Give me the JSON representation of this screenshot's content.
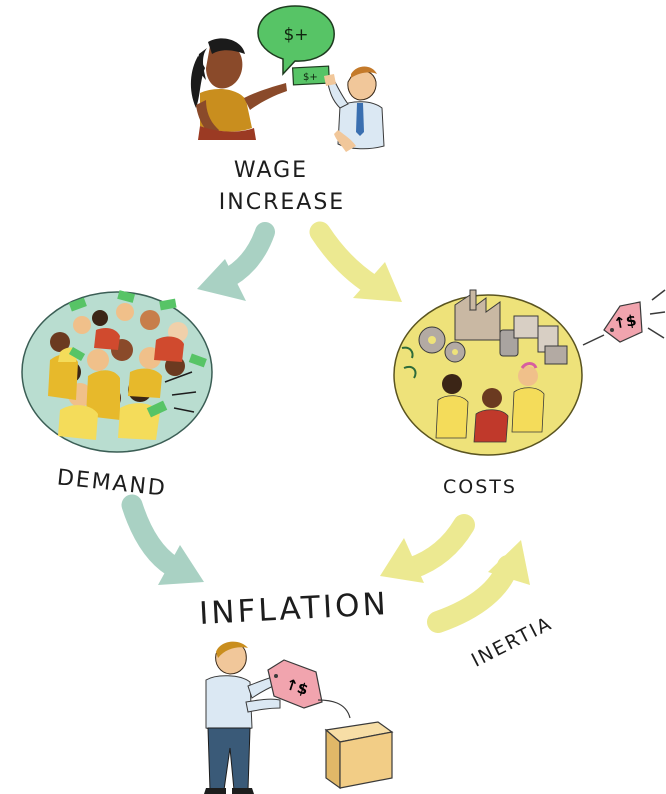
{
  "labels": {
    "wage_line1": "WAGE",
    "wage_line2": "INCREASE",
    "demand": "DEMAND",
    "costs": "COSTS",
    "inflation": "INFLATION",
    "inertia": "INERTIA"
  },
  "bubbles": {
    "speech": "$+",
    "check": "$+",
    "cost_tag": "↑$",
    "inflation_tag": "↑$"
  },
  "colors": {
    "teal_arrow": "#a9d1c3",
    "yellow_arrow": "#ece991",
    "demand_circle": "#b9ddd0",
    "costs_circle": "#eee27a",
    "tag_pink": "#f1a4ae",
    "speech_green": "#57c466",
    "box_tan": "#f2cd86"
  }
}
